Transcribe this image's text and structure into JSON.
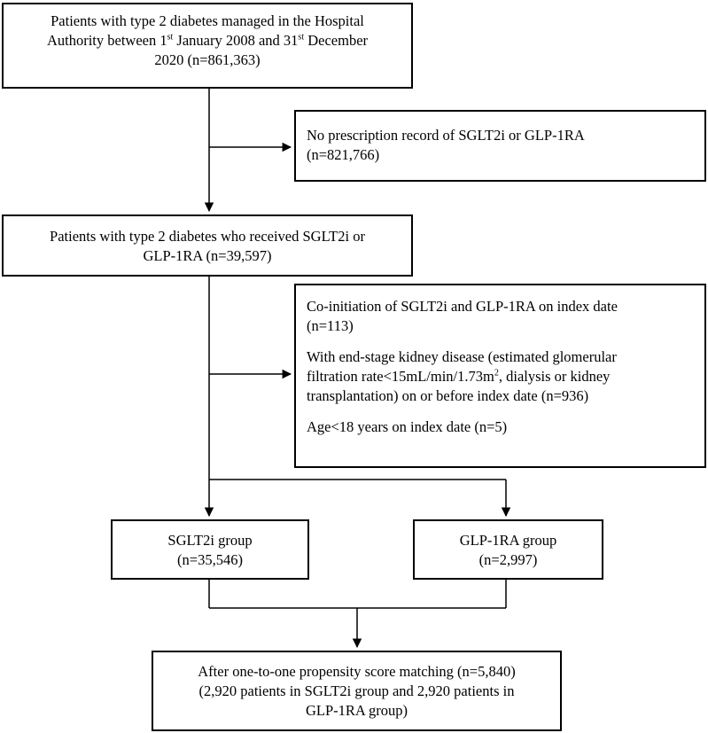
{
  "boxes": {
    "all_patients": {
      "line1": "Patients with type 2 diabetes managed in the Hospital",
      "line2_a": "Authority between 1",
      "line2_sup1": "st",
      "line2_b": " January 2008 and 31",
      "line2_sup2": "st",
      "line2_c": " December",
      "line3": "2020 (n=861,363)"
    },
    "excluded_no_rx": {
      "line1": "No prescription record of SGLT2i or GLP-1RA",
      "line2": "(n=821,766)"
    },
    "received": {
      "line1": "Patients with type 2 diabetes who received SGLT2i or",
      "line2": "GLP-1RA (n=39,597)"
    },
    "exclusions": {
      "item1_line1": "Co-initiation of SGLT2i and GLP-1RA on index date",
      "item1_line2": "(n=113)",
      "item2_line1": "With end-stage kidney disease (estimated glomerular",
      "item2_line2_a": "filtration rate<15mL/min/1.73m",
      "item2_line2_sup": "2",
      "item2_line2_b": ", dialysis or kidney",
      "item2_line3": "transplantation) on or before index date (n=936)",
      "item3_line1": "Age<18 years on index date (n=5)"
    },
    "sglt2i_group": {
      "line1": "SGLT2i group",
      "line2": "(n=35,546)"
    },
    "glp1ra_group": {
      "line1": "GLP-1RA group",
      "line2": "(n=2,997)"
    },
    "matched": {
      "line1": "After one-to-one propensity score matching (n=5,840)",
      "line2": "(2,920 patients in SGLT2i group and 2,920 patients in",
      "line3": "GLP-1RA group)"
    }
  }
}
